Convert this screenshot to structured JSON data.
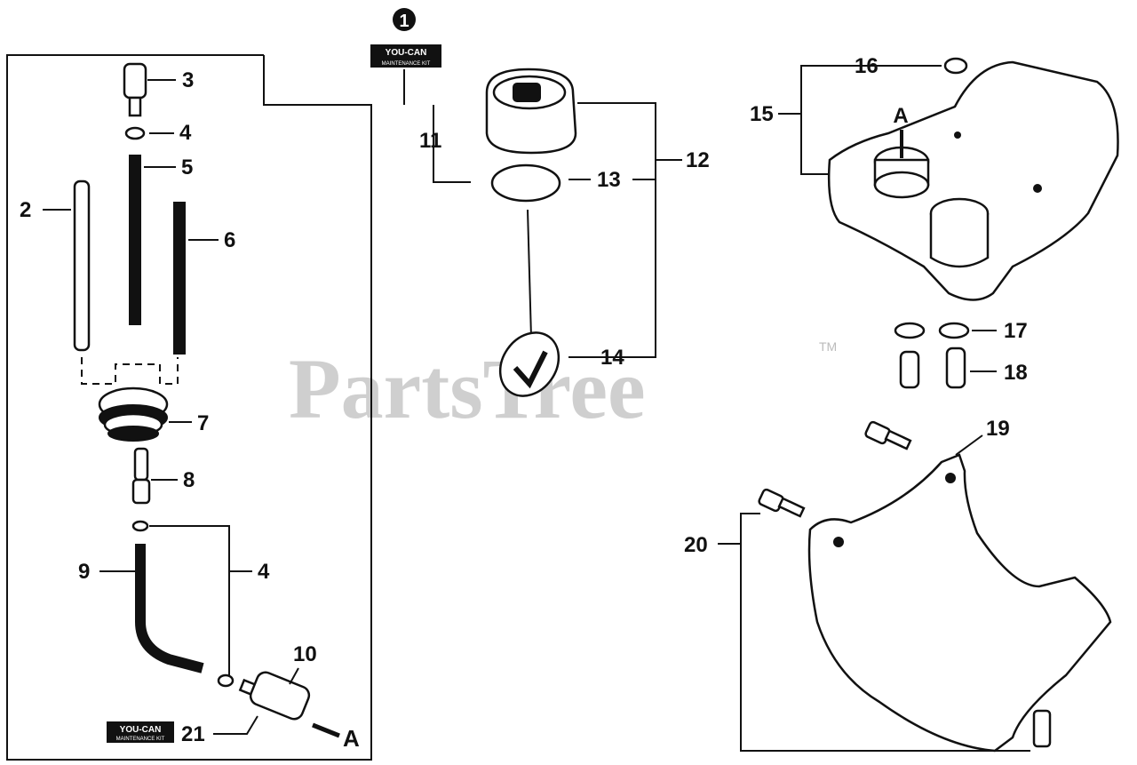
{
  "diagram": {
    "watermark": "PartsTree",
    "trademark": "TM",
    "kit_badge": {
      "line1": "YOU-CAN",
      "line2": "MAINTENANCE KIT"
    },
    "kit_marker": "1",
    "callouts": {
      "c2": "2",
      "c3": "3",
      "c4a": "4",
      "c4b": "4",
      "c5": "5",
      "c6": "6",
      "c7": "7",
      "c8": "8",
      "c9": "9",
      "c10": "10",
      "c11": "11",
      "c12": "12",
      "c13": "13",
      "c14": "14",
      "c15": "15",
      "c16": "16",
      "c17": "17",
      "c18": "18",
      "c19": "19",
      "c20": "20",
      "c21": "21"
    },
    "connection_letter_a": "A",
    "connection_letter_b": "A"
  }
}
